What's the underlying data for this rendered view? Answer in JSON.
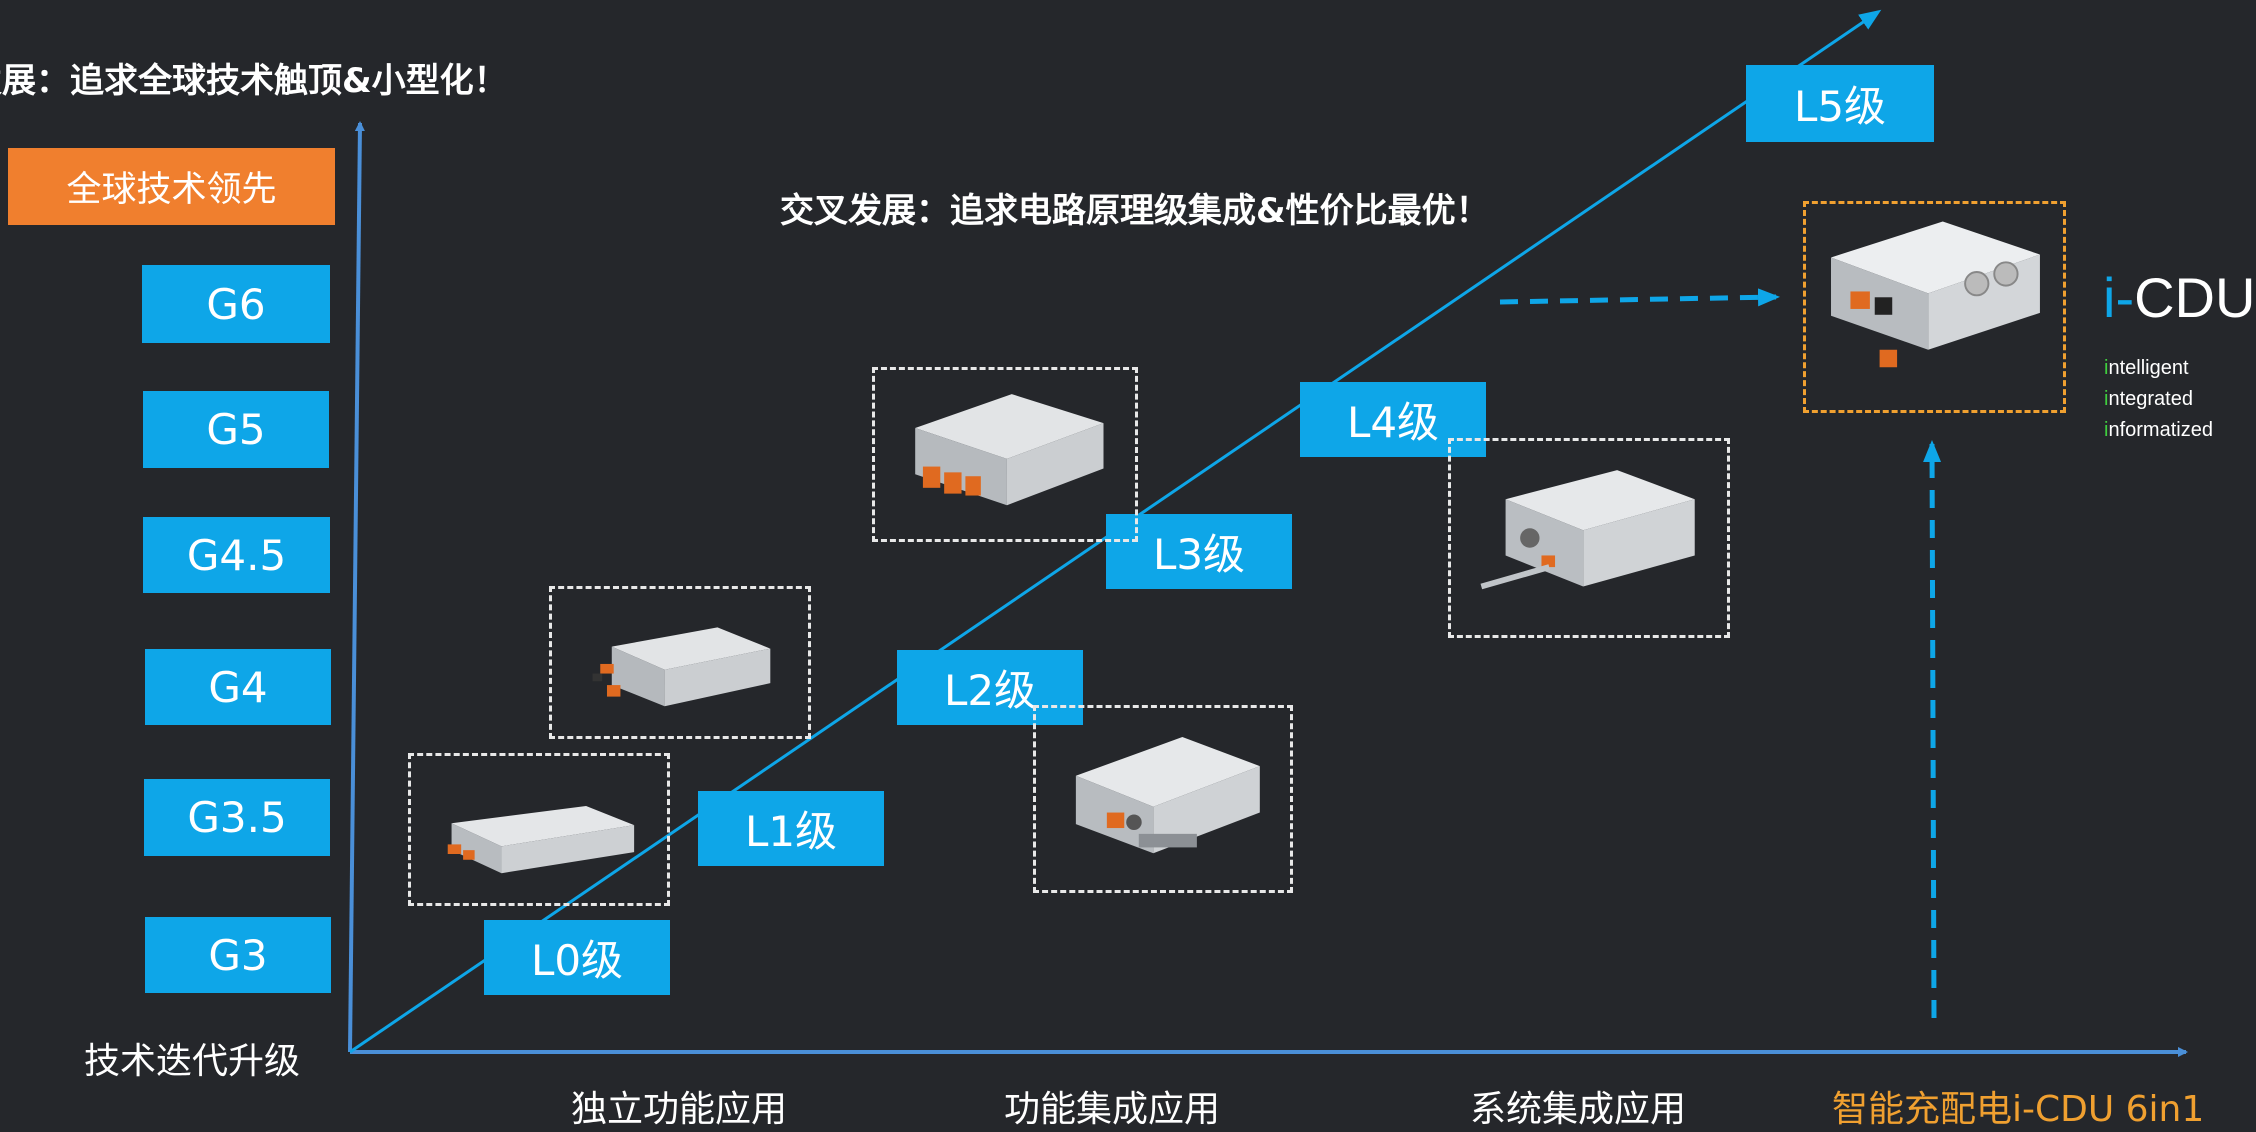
{
  "titles": {
    "vertical": "发展：追求全球技术触顶&小型化！",
    "cross": "交叉发展：追求电路原理级集成&性价比最优！"
  },
  "y_axis": {
    "label": "技术迭代升级",
    "top_badge": "全球技术领先",
    "generations": [
      "G6",
      "G5",
      "G4.5",
      "G4",
      "G3.5",
      "G3"
    ]
  },
  "levels": [
    "L0级",
    "L1级",
    "L2级",
    "L3级",
    "L4级",
    "L5级"
  ],
  "x_axis": {
    "categories": [
      "独立功能应用",
      "功能集成应用",
      "系统集成应用",
      "智能充配电i-CDU 6in1"
    ]
  },
  "icdu": {
    "prefix": "i-",
    "name": "CDU",
    "words": [
      {
        "initial": "i",
        "rest": "ntelligent"
      },
      {
        "initial": "i",
        "rest": "ntegrated"
      },
      {
        "initial": "i",
        "rest": "nformatized"
      }
    ]
  },
  "colors": {
    "background": "#25272b",
    "accent_blue": "#0ea6e8",
    "accent_orange": "#f07f2e",
    "highlight_text": "#f0a030",
    "green_initial": "#3fcf3f"
  }
}
